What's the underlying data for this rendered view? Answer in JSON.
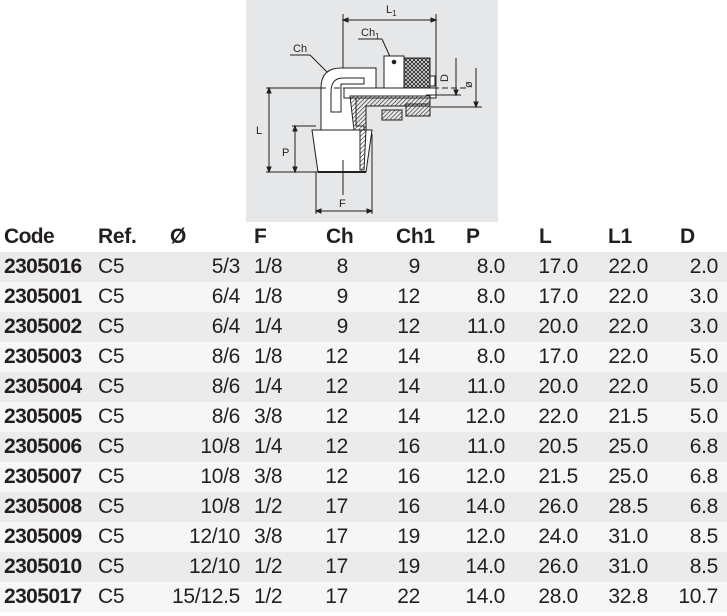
{
  "diagram": {
    "labels": {
      "L1": "L",
      "L1_sub": "1",
      "Ch1": "Ch",
      "Ch1_sub": "1",
      "Ch": "Ch",
      "D": "D",
      "dia": "ø",
      "L": "L",
      "P": "P",
      "F": "F"
    }
  },
  "table": {
    "headers": {
      "code": "Code",
      "ref": "Ref.",
      "dia": "Ø",
      "f": "F",
      "ch": "Ch",
      "ch1": "Ch1",
      "p": "P",
      "l": "L",
      "l1": "L1",
      "d": "D"
    },
    "rows": [
      {
        "code": "2305016",
        "ref": "C5",
        "dia": "5/3",
        "f": "1/8",
        "ch": "8",
        "ch1": "9",
        "p": "8.0",
        "l": "17.0",
        "l1": "22.0",
        "d": "2.0"
      },
      {
        "code": "2305001",
        "ref": "C5",
        "dia": "6/4",
        "f": "1/8",
        "ch": "9",
        "ch1": "12",
        "p": "8.0",
        "l": "17.0",
        "l1": "22.0",
        "d": "3.0"
      },
      {
        "code": "2305002",
        "ref": "C5",
        "dia": "6/4",
        "f": "1/4",
        "ch": "9",
        "ch1": "12",
        "p": "11.0",
        "l": "20.0",
        "l1": "22.0",
        "d": "3.0"
      },
      {
        "code": "2305003",
        "ref": "C5",
        "dia": "8/6",
        "f": "1/8",
        "ch": "12",
        "ch1": "14",
        "p": "8.0",
        "l": "17.0",
        "l1": "22.0",
        "d": "5.0"
      },
      {
        "code": "2305004",
        "ref": "C5",
        "dia": "8/6",
        "f": "1/4",
        "ch": "12",
        "ch1": "14",
        "p": "11.0",
        "l": "20.0",
        "l1": "22.0",
        "d": "5.0"
      },
      {
        "code": "2305005",
        "ref": "C5",
        "dia": "8/6",
        "f": "3/8",
        "ch": "12",
        "ch1": "14",
        "p": "12.0",
        "l": "22.0",
        "l1": "21.5",
        "d": "5.0"
      },
      {
        "code": "2305006",
        "ref": "C5",
        "dia": "10/8",
        "f": "1/4",
        "ch": "12",
        "ch1": "16",
        "p": "11.0",
        "l": "20.5",
        "l1": "25.0",
        "d": "6.8"
      },
      {
        "code": "2305007",
        "ref": "C5",
        "dia": "10/8",
        "f": "3/8",
        "ch": "12",
        "ch1": "16",
        "p": "12.0",
        "l": "21.5",
        "l1": "25.0",
        "d": "6.8"
      },
      {
        "code": "2305008",
        "ref": "C5",
        "dia": "10/8",
        "f": "1/2",
        "ch": "17",
        "ch1": "16",
        "p": "14.0",
        "l": "26.0",
        "l1": "28.5",
        "d": "6.8"
      },
      {
        "code": "2305009",
        "ref": "C5",
        "dia": "12/10",
        "f": "3/8",
        "ch": "17",
        "ch1": "19",
        "p": "12.0",
        "l": "24.0",
        "l1": "31.0",
        "d": "8.5"
      },
      {
        "code": "2305010",
        "ref": "C5",
        "dia": "12/10",
        "f": "1/2",
        "ch": "17",
        "ch1": "19",
        "p": "14.0",
        "l": "26.0",
        "l1": "31.0",
        "d": "8.5"
      },
      {
        "code": "2305017",
        "ref": "C5",
        "dia": "15/12.5",
        "f": "1/2",
        "ch": "17",
        "ch1": "22",
        "p": "14.0",
        "l": "28.0",
        "l1": "32.8",
        "d": "10.7"
      }
    ]
  }
}
